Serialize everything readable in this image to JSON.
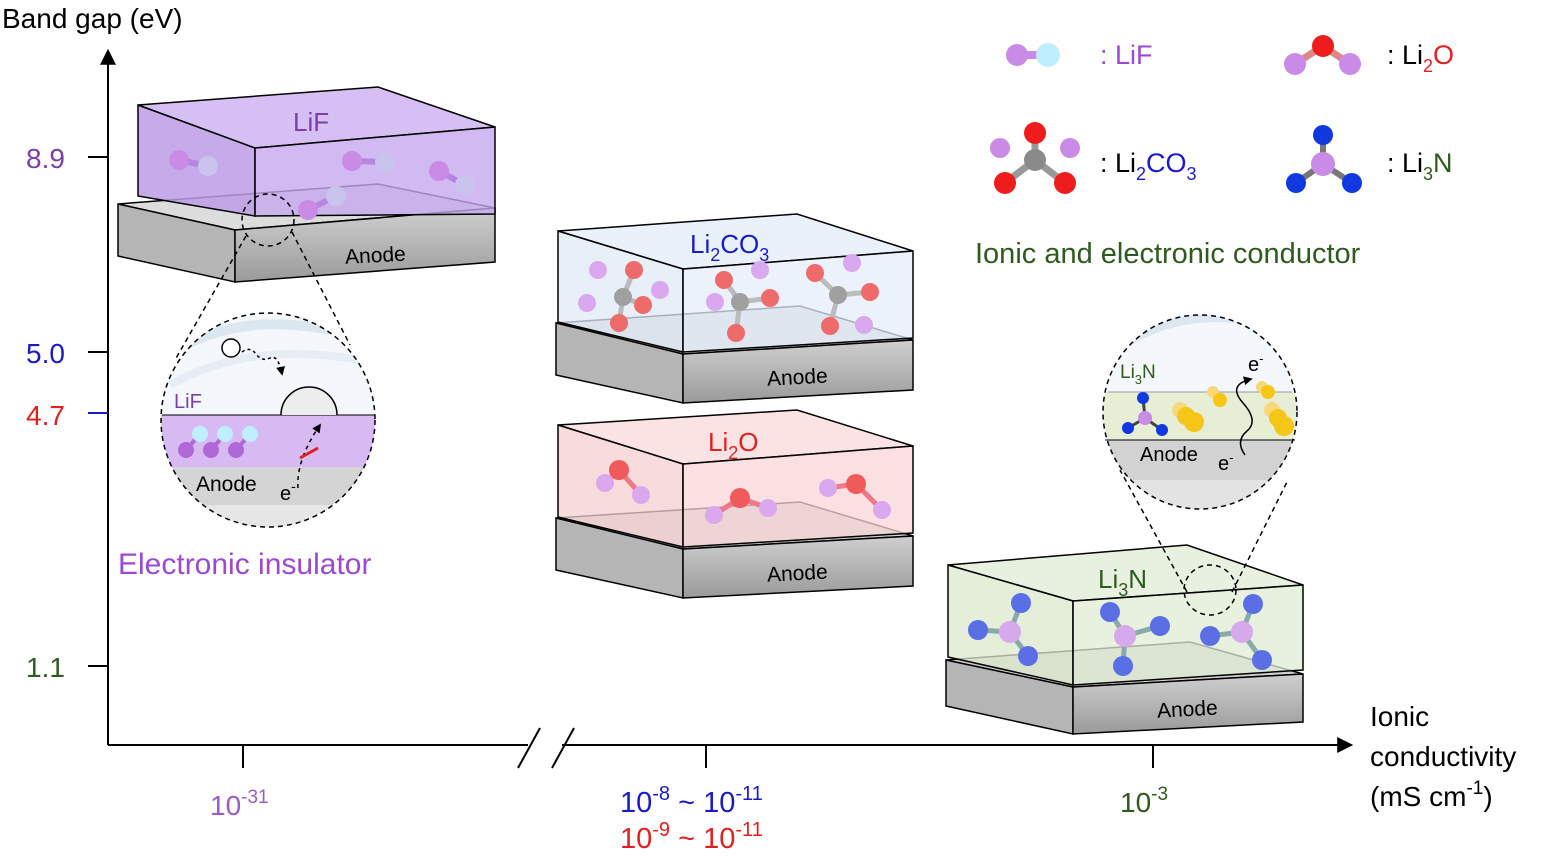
{
  "axes": {
    "y_title": "Band gap (eV)",
    "x_title_lines": [
      "Ionic",
      "conductivity",
      "(mS cm",
      "-1",
      ")"
    ]
  },
  "y_ticks": [
    {
      "label": "8.9",
      "color": "#7b3fa8"
    },
    {
      "label": "5.0",
      "color": "#1a1acc"
    },
    {
      "label": "4.7",
      "color": "#e0201f"
    },
    {
      "label": "1.1",
      "color": "#2f5a1f"
    }
  ],
  "x_ticks": {
    "lif": {
      "base": "10",
      "exp": "-31",
      "color": "#9b5bc7"
    },
    "carbonate": {
      "base1": "10",
      "exp1": "-8",
      "sep": " ~ ",
      "base2": "10",
      "exp2": "-11",
      "color": "#1a1acc"
    },
    "oxide": {
      "base1": "10",
      "exp1": "-9",
      "sep": " ~ ",
      "base2": "10",
      "exp2": "-11",
      "color": "#e0201f"
    },
    "nitride": {
      "base": "10",
      "exp": "-3",
      "color": "#2f5a1f"
    }
  },
  "layers": {
    "lif": {
      "label": "LiF",
      "color": "#7b3fa8"
    },
    "carbonate": {
      "pre": "Li",
      "sub1": "2",
      "mid": "CO",
      "sub2": "3",
      "color": "#1a1acc"
    },
    "oxide": {
      "pre": "Li",
      "sub1": "2",
      "mid": "O",
      "color": "#e0201f"
    },
    "nitride": {
      "pre": "Li",
      "sub1": "3",
      "mid": "N",
      "color": "#2f5a1f"
    },
    "anode_label": "Anode"
  },
  "legend": {
    "lif": ": LiF",
    "oxide": {
      "pre": ": Li",
      "sub": "2",
      "post": "O"
    },
    "carbonate": {
      "pre": ": Li",
      "sub": "2",
      "mid": "CO",
      "sub2": "3"
    },
    "nitride": {
      "pre": ": Li",
      "sub": "3",
      "post": "N"
    }
  },
  "annotations": {
    "insulator": "Electronic insulator",
    "conductor": "Ionic and electronic conductor",
    "zoom_lif_layer": "LiF",
    "zoom_lif_anode": "Anode",
    "zoom_lif_electron": {
      "base": "e",
      "exp": "-"
    },
    "zoom_li3n_layer": {
      "pre": "Li",
      "sub": "3",
      "post": "N"
    },
    "zoom_li3n_anode": "Anode",
    "zoom_li3n_e_top": {
      "base": "e",
      "exp": "-"
    },
    "zoom_li3n_e_bottom": {
      "base": "e",
      "exp": "-"
    }
  },
  "colors": {
    "li": "#c98be6",
    "f": "#bfefff",
    "o": "#ee1c1c",
    "c": "#8a8a8a",
    "n": "#1238e0",
    "gold": "#f5c518"
  }
}
